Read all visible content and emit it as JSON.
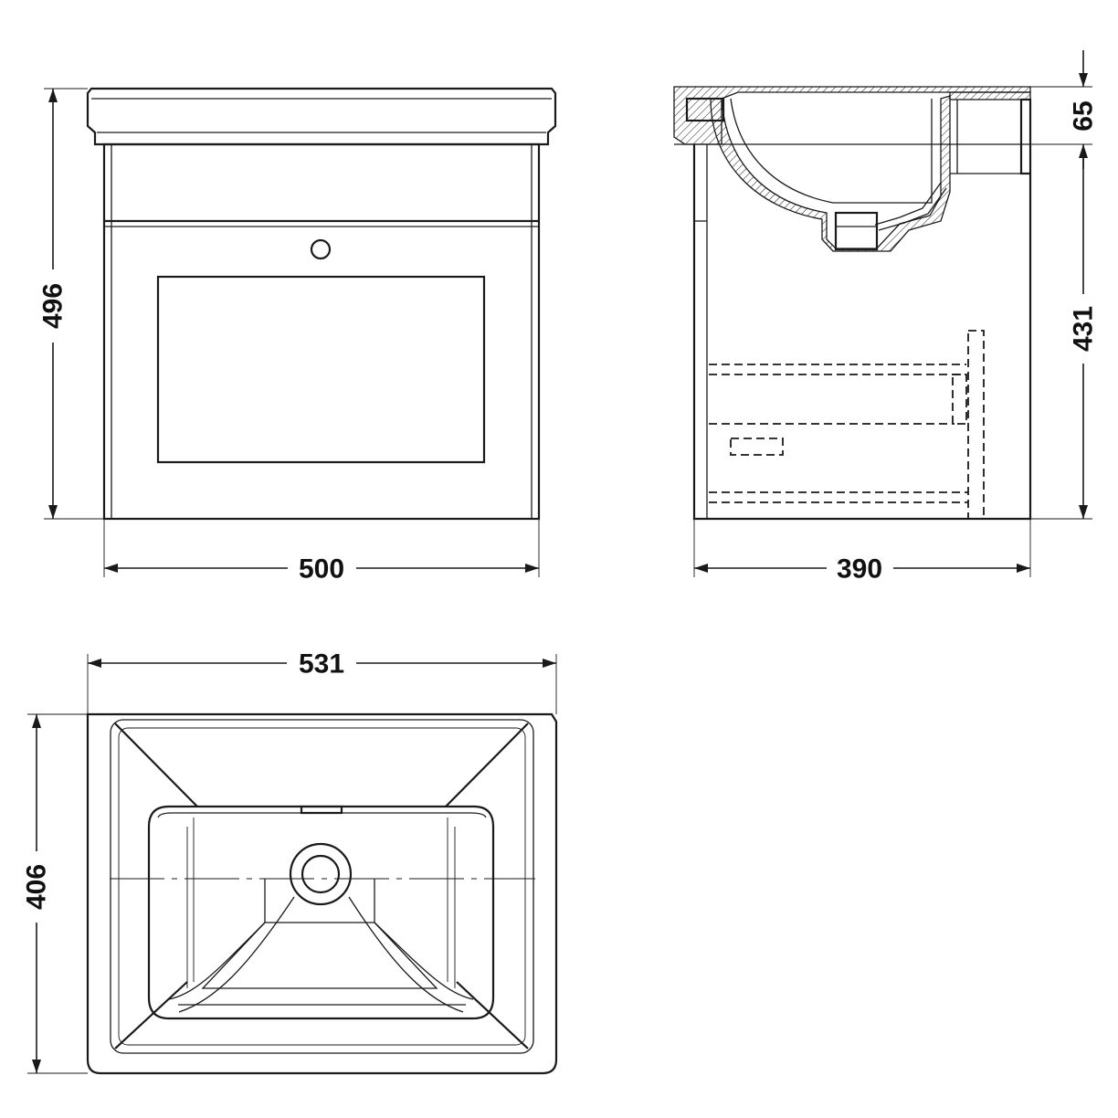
{
  "colors": {
    "line": "#1a1a1a",
    "background": "#ffffff"
  },
  "dimensions": {
    "front_width": "500",
    "front_height": "496",
    "side_depth": "390",
    "side_height": "431",
    "side_basin_height": "65",
    "top_width": "531",
    "top_depth": "406"
  }
}
